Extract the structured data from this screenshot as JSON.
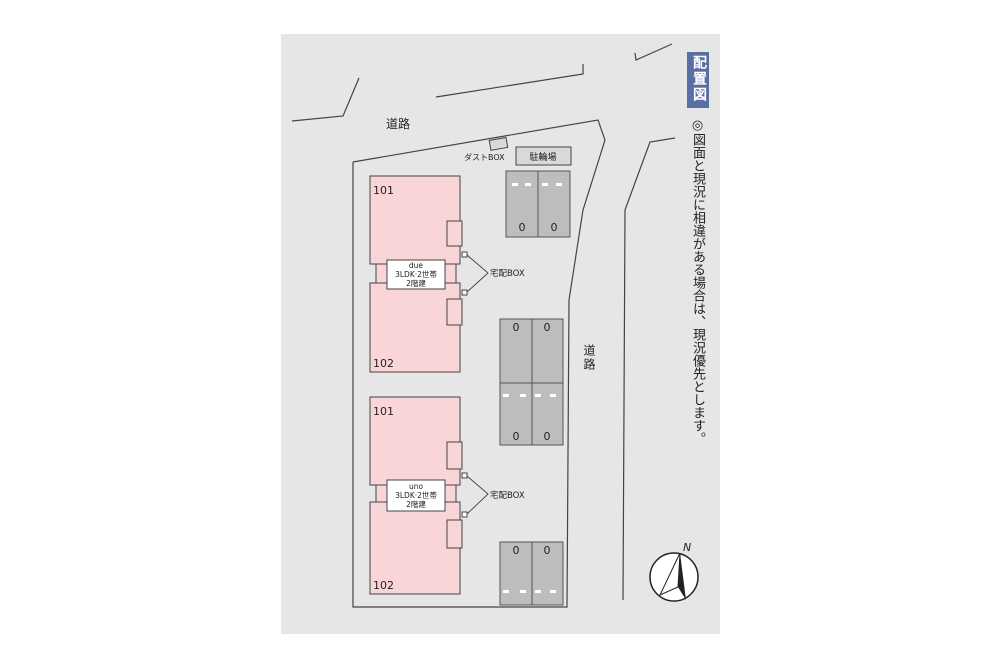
{
  "title": "配置図",
  "notice": "◎図面と現況に相違がある場合は、現況優先とします。",
  "road_label": "道路",
  "dust_box_label": "ダストBOX",
  "bicycle_parking_label": "駐輪場",
  "delivery_box_label": "宅配BOX",
  "north_label": "N",
  "buildings": [
    {
      "unit_top": "101",
      "unit_bottom": "102",
      "name": "due",
      "layout": "3LDK·2世帯",
      "floors": "2階建"
    },
    {
      "unit_top": "101",
      "unit_bottom": "102",
      "name": "uno",
      "layout": "3LDK·2世帯",
      "floors": "2階建"
    }
  ],
  "parking_marker": "0",
  "colors": {
    "background": "#e6e6e6",
    "building_fill": "#f9d5d8",
    "parking_fill": "#bdbdbd",
    "title_badge": "#5a6ea3"
  }
}
